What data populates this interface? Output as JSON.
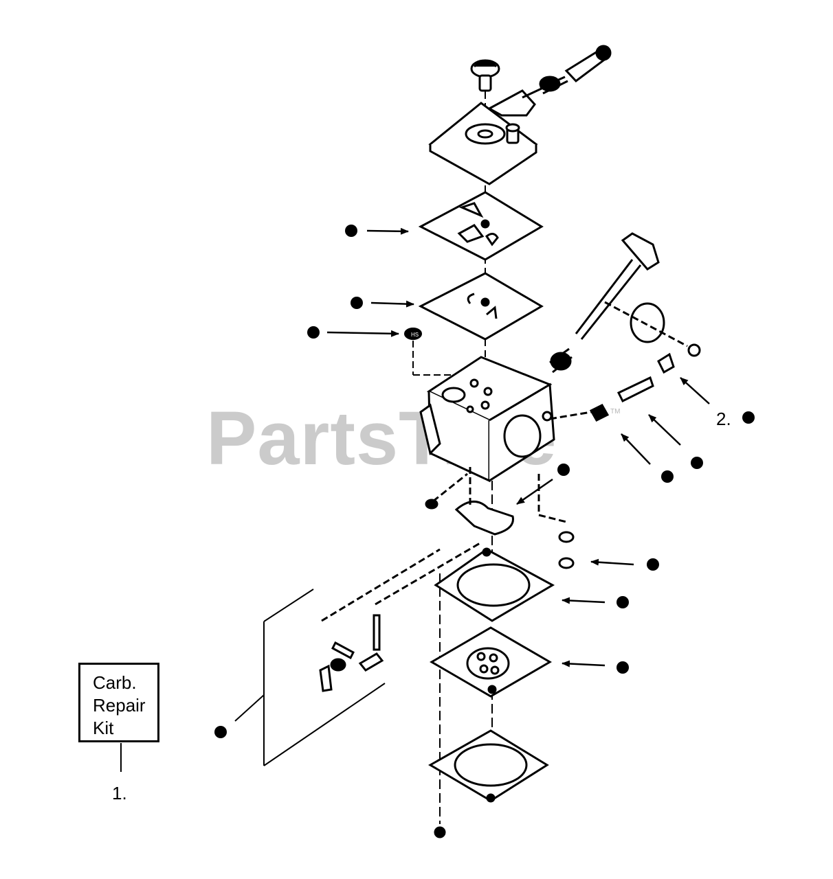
{
  "kit_box": {
    "lines": [
      "Carb.",
      "Repair",
      "Kit"
    ]
  },
  "callouts": {
    "item1": "1.",
    "item2": "2."
  },
  "watermark": {
    "text": "PartsTree",
    "mark": "TM"
  },
  "part_stamp": "HS",
  "colors": {
    "ink": "#000000",
    "watermark": "#a0a0a0",
    "background": "#ffffff"
  }
}
